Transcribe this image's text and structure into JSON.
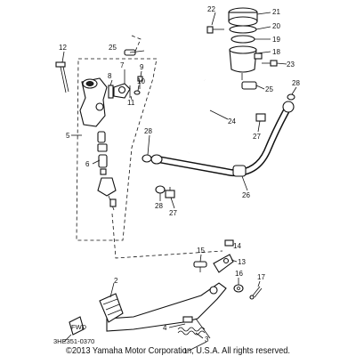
{
  "diagram": {
    "callouts": {
      "p1": "1",
      "p2": "2",
      "p3": "3",
      "p4": "4",
      "p5": "5",
      "p6": "6",
      "p7": "7",
      "p8": "8",
      "p9": "9",
      "p10": "10",
      "p11": "11",
      "p12": "12",
      "p13": "13",
      "p14": "14",
      "p15": "15",
      "p16": "16",
      "p17": "17",
      "p18": "18",
      "p19": "19",
      "p20": "20",
      "p21": "21",
      "p22": "22",
      "p23": "23",
      "p24": "24",
      "p25a": "25",
      "p25b": "25",
      "p26": "26",
      "p27a": "27",
      "p27b": "27",
      "p28a": "28",
      "p28b": "28",
      "p28c": "28"
    },
    "diagram_code": "3HE351-0370",
    "copyright": "©2013 Yamaha Motor Corporation, U.S.A. All rights reserved.",
    "front_mark": "FWD"
  }
}
